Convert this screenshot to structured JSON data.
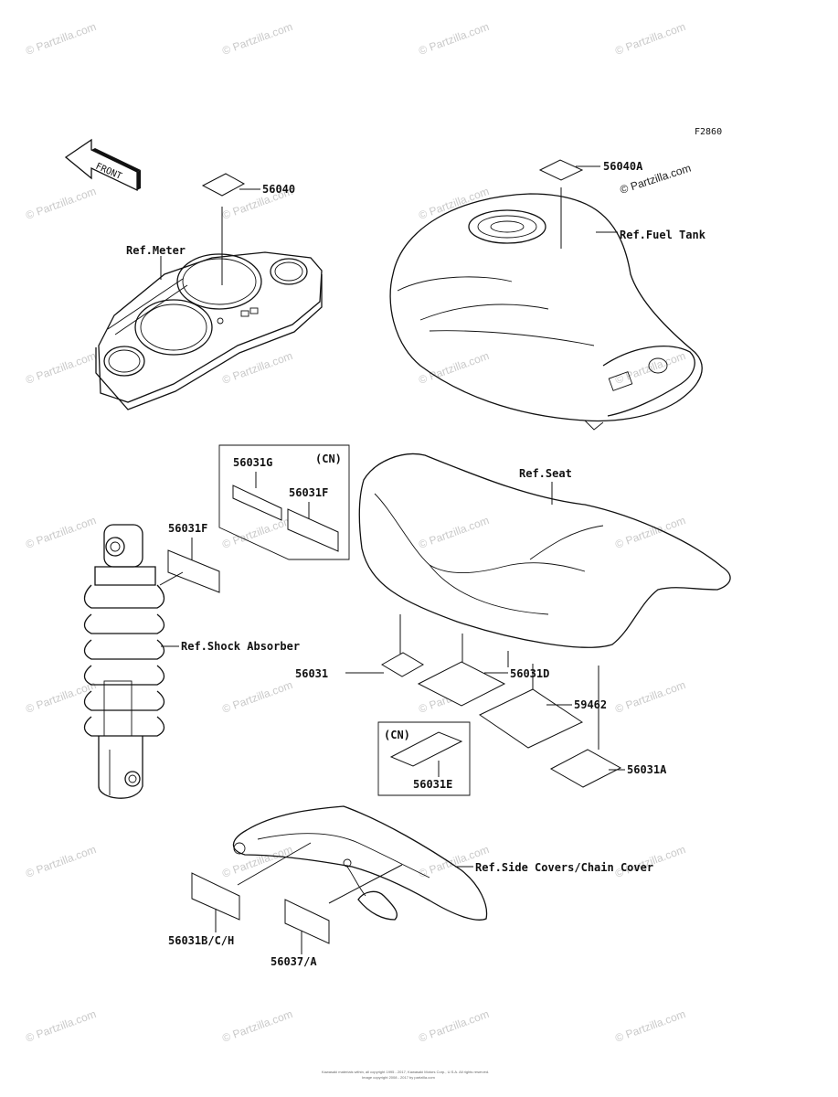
{
  "figure_code": "F2860",
  "front_arrow_text": "FRONT",
  "watermark_text": "© Partzilla.com",
  "callouts": {
    "p56040": "56040",
    "p56040a": "56040A",
    "ref_meter": "Ref.Meter",
    "ref_fuel_tank": "Ref.Fuel Tank",
    "p56031g": "56031G",
    "cn_top": "(CN)",
    "p56031f_box": "56031F",
    "ref_seat": "Ref.Seat",
    "p56031f": "56031F",
    "ref_shock": "Ref.Shock Absorber",
    "p56031": "56031",
    "p56031d": "56031D",
    "p59462": "59462",
    "cn_bottom": "(CN)",
    "p56031e": "56031E",
    "p56031a": "56031A",
    "ref_side_covers": "Ref.Side Covers/Chain Cover",
    "p56031bch": "56031B/C/H",
    "p56037a": "56037/A"
  },
  "copyright_lines": [
    "Kawasaki materials within, all copyright 1995 - 2017, Kawasaki Motors Corp., U.S.A. All rights reserved.",
    "Image copyright 2008 - 2017 by partzilla.com"
  ]
}
